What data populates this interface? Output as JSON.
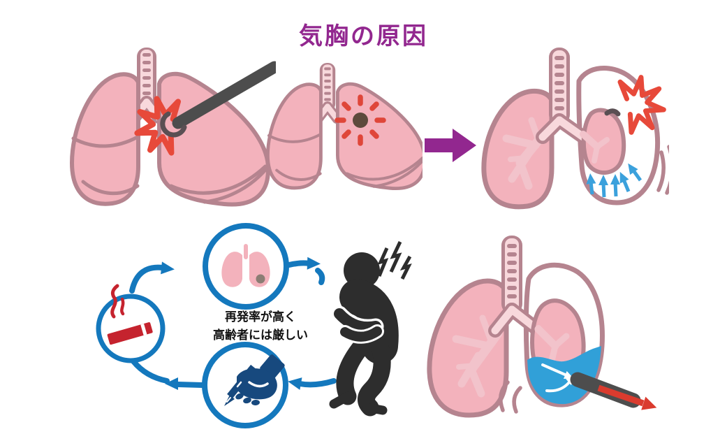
{
  "title": {
    "text": "気胸の原因"
  },
  "cycle": {
    "caption_line1": "再発率が高く",
    "caption_line2": "高齢者には厳しい"
  },
  "icons": {
    "injured_lungs": "injured-lungs-icon",
    "penetrating_rod": "penetrating-rod-icon",
    "injury_burst": "injury-burst-icon",
    "bleb_lungs": "bleb-lungs-icon",
    "flow_arrow": "arrow-right-icon",
    "collapsed_lung": "collapsed-lung-icon",
    "air_pressure_arrows": "air-pressure-arrows-icon",
    "cycle_lungs": "lungs-icon",
    "cycle_cigarette": "cigarette-icon",
    "cycle_signing_hand": "writing-hand-icon",
    "patient": "chest-pain-person-icon",
    "pain_bolts": "pain-lightning-icon",
    "chest_tube": "chest-drain-tube-icon",
    "drain_arrow": "drain-direction-arrow-icon",
    "motion_lines": "motion-lines-icon"
  },
  "colors": {
    "title_purple": "#92278f",
    "flow_arrow_purple": "#92278f",
    "lung_fill": "#f3b2bc",
    "lung_outline": "#b5848f",
    "trachea_light": "#f8d8dc",
    "bronchi_light": "#f2c3cb",
    "burst_red": "#e7493a",
    "bleb_dot_brown": "#5d4a3c",
    "bleb_dash_red": "#df4639",
    "rod_gray": "#4d4d4d",
    "hook_dark": "#5a4f53",
    "cycle_blue": "#1478bd",
    "air_arrow_blue": "#3ba1dc",
    "fluid_blue": "#31a0d8",
    "cigarette_red": "#c5232e",
    "hand_navy": "#17497e",
    "person_dark": "#2d2d2d",
    "caption_text": "#111111",
    "icon_dot_gray": "#8b7d74",
    "drain_arrow_red": "#da3b2e",
    "background": "#ffffff"
  }
}
